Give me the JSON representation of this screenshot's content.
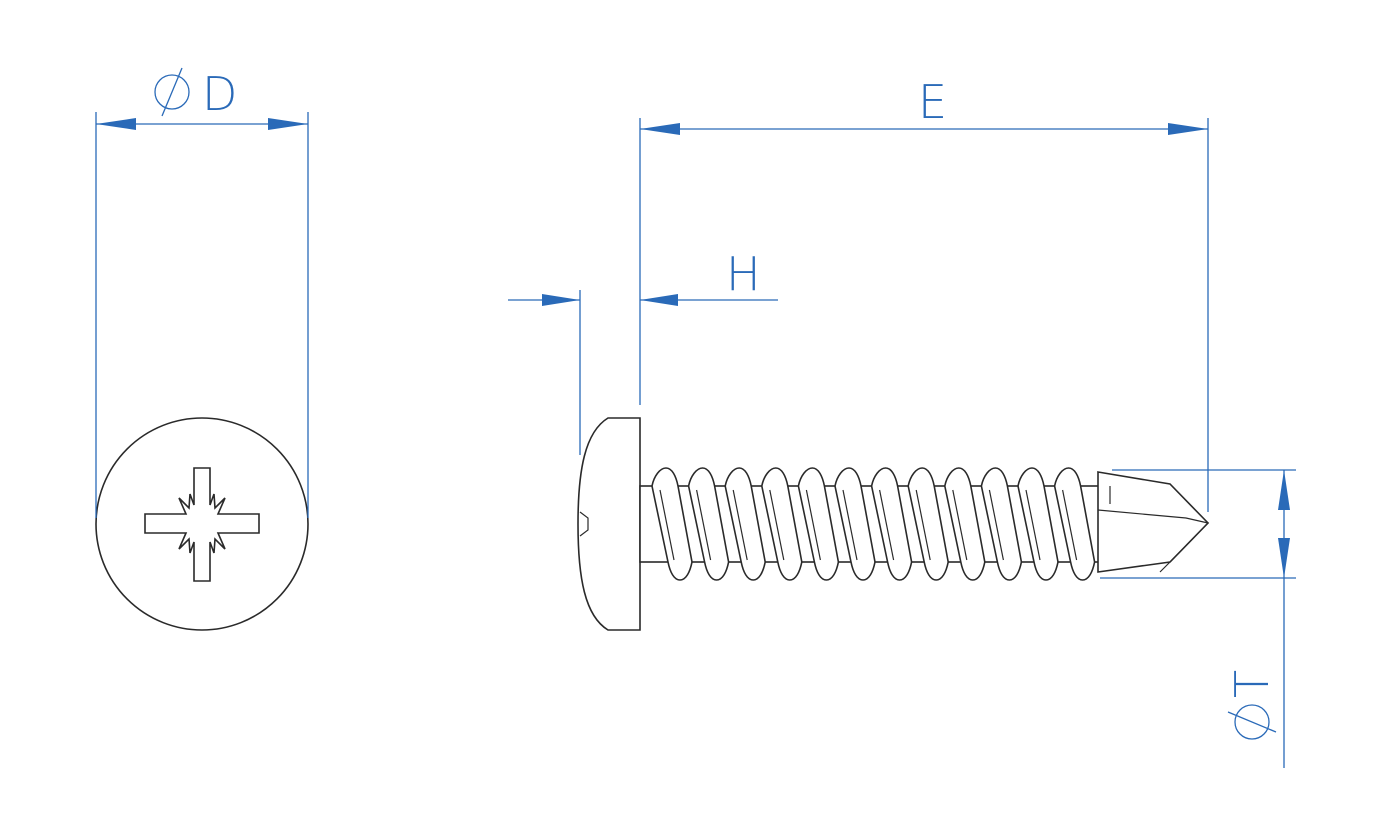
{
  "labels": {
    "head_diameter": "D",
    "length": "E",
    "head_height": "H",
    "thread_diameter": "T"
  },
  "symbols": {
    "diameter": "diameter-symbol"
  },
  "colors": {
    "dimension": "#2a6ab8",
    "outline": "#2a2a2a",
    "background": "#ffffff"
  }
}
